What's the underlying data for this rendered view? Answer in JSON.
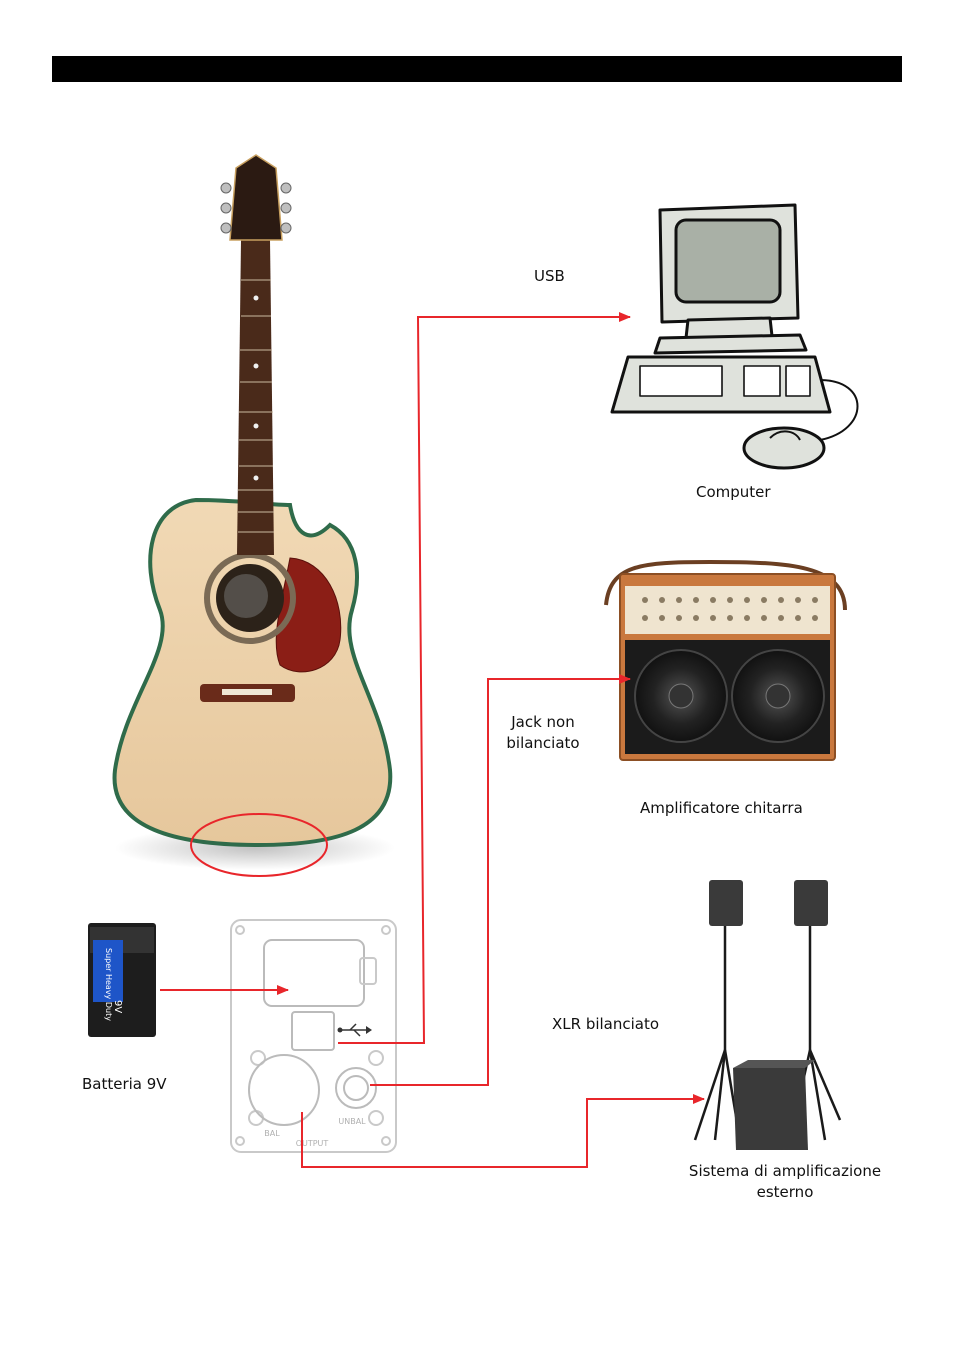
{
  "labels": {
    "usb": "USB",
    "computer": "Computer",
    "jack_line1": "Jack non",
    "jack_line2": "bilanciato",
    "amp": "Amplificatore chitarra",
    "xlr": "XLR bilanciato",
    "battery": "Batteria 9V",
    "pa_line1": "Sistema di amplificazione",
    "pa_line2": "esterno"
  },
  "battery_text": {
    "brand": "Super Heavy Duty",
    "voltage": "9V"
  },
  "panel_text": {
    "output": "OUTPUT",
    "unbal": "UNBAL",
    "bal": "BAL"
  },
  "colors": {
    "cable": "#e8262b",
    "header": "#000000"
  }
}
